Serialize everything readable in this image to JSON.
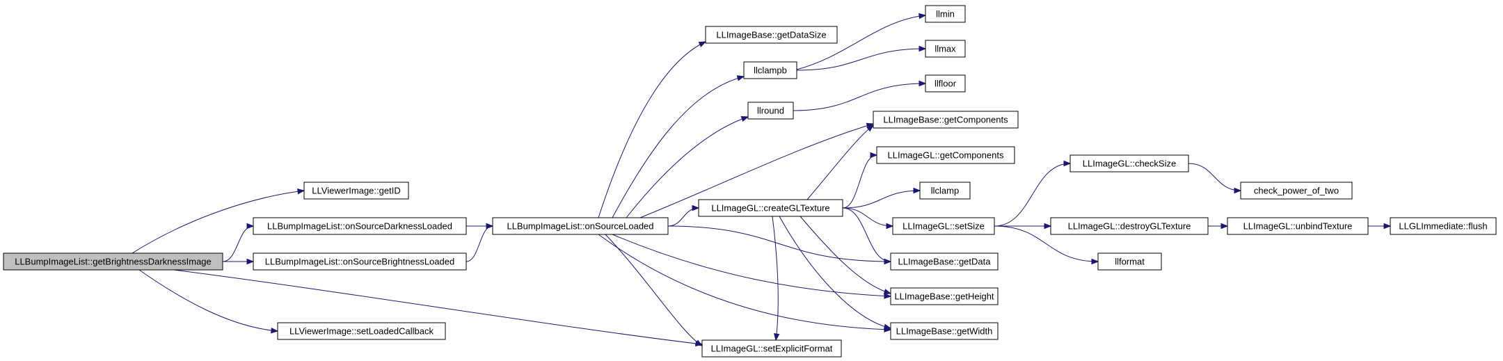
{
  "diagram": {
    "type": "call-graph",
    "colors": {
      "edge": "#191970",
      "node_border": "#000000",
      "root_fill": "#bfbfbf",
      "node_fill": "#ffffff"
    },
    "nodes": {
      "n1": "LLBumpImageList::getBrightnessDarknessImage",
      "n2": "LLViewerImage::getID",
      "n3": "LLBumpImageList::onSourceDarknessLoaded",
      "n4": "LLBumpImageList::onSourceBrightnessLoaded",
      "n5": "LLViewerImage::setLoadedCallback",
      "n6": "LLBumpImageList::onSourceLoaded",
      "n7": "LLImageGL::setExplicitFormat",
      "n8": "LLImageBase::getDataSize",
      "n9": "llclampb",
      "n10": "llround",
      "n11": "LLImageGL::createGLTexture",
      "n12": "llmin",
      "n13": "llmax",
      "n14": "llfloor",
      "n15": "LLImageBase::getComponents",
      "n16": "LLImageGL::getComponents",
      "n17": "llclamp",
      "n18": "LLImageGL::setSize",
      "n19": "LLImageBase::getData",
      "n20": "LLImageBase::getHeight",
      "n21": "LLImageBase::getWidth",
      "n22": "LLImageGL::checkSize",
      "n23": "LLImageGL::destroyGLTexture",
      "n24": "llformat",
      "n25": "check_power_of_two",
      "n26": "LLImageGL::unbindTexture",
      "n27": "LLGLImmediate::flush"
    },
    "edges": [
      [
        "n1",
        "n2"
      ],
      [
        "n1",
        "n3"
      ],
      [
        "n1",
        "n4"
      ],
      [
        "n1",
        "n5"
      ],
      [
        "n1",
        "n7"
      ],
      [
        "n3",
        "n6"
      ],
      [
        "n4",
        "n6"
      ],
      [
        "n6",
        "n8"
      ],
      [
        "n6",
        "n9"
      ],
      [
        "n6",
        "n10"
      ],
      [
        "n6",
        "n15"
      ],
      [
        "n6",
        "n11"
      ],
      [
        "n6",
        "n19"
      ],
      [
        "n6",
        "n20"
      ],
      [
        "n6",
        "n21"
      ],
      [
        "n6",
        "n7"
      ],
      [
        "n9",
        "n12"
      ],
      [
        "n9",
        "n13"
      ],
      [
        "n10",
        "n14"
      ],
      [
        "n11",
        "n15"
      ],
      [
        "n11",
        "n16"
      ],
      [
        "n11",
        "n17"
      ],
      [
        "n11",
        "n18"
      ],
      [
        "n11",
        "n19"
      ],
      [
        "n11",
        "n20"
      ],
      [
        "n11",
        "n21"
      ],
      [
        "n11",
        "n7"
      ],
      [
        "n18",
        "n22"
      ],
      [
        "n18",
        "n23"
      ],
      [
        "n18",
        "n24"
      ],
      [
        "n22",
        "n25"
      ],
      [
        "n23",
        "n26"
      ],
      [
        "n26",
        "n27"
      ]
    ]
  }
}
